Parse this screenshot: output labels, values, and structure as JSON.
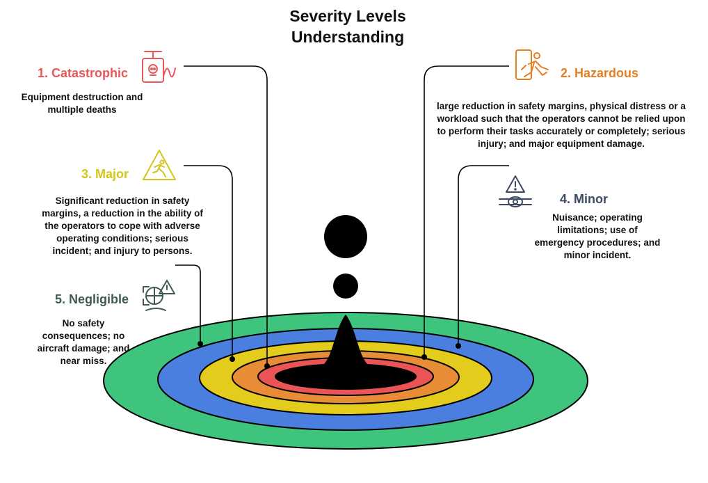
{
  "title": {
    "line1": "Severity Levels",
    "line2": "Understanding"
  },
  "colors": {
    "catastrophic": "#e8575a",
    "hazardous": "#e67e22",
    "major": "#d4c41c",
    "minor": "#3d4a63",
    "negligible": "#3e5a52",
    "ring_red": "#ea5455",
    "ring_orange": "#e88d35",
    "ring_yellow": "#e3cc1c",
    "ring_blue": "#4a7fe0",
    "ring_green": "#3ec47c"
  },
  "levels": [
    {
      "id": "catastrophic",
      "label": "1. Catastrophic",
      "icon": "skull-detonator-icon",
      "description": "Equipment destruction and multiple deaths"
    },
    {
      "id": "hazardous",
      "label": "2. Hazardous",
      "icon": "person-falling-icon",
      "description": "large reduction in safety margins, physical distress or a workload such that the operators cannot be relied upon to perform their tasks accurately or completely; serious injury; and major equipment damage."
    },
    {
      "id": "major",
      "label": "3. Major",
      "icon": "warning-slip-icon",
      "description": "Significant reduction in safety margins, a reduction in the ability of the operators to cope with adverse operating conditions; serious incident; and injury to persons."
    },
    {
      "id": "minor",
      "label": "4. Minor",
      "icon": "alert-valve-icon",
      "description": "Nuisance; operating limitations; use of emergency procedures; and minor incident."
    },
    {
      "id": "negligible",
      "label": "5. Negligible",
      "icon": "radar-alert-icon",
      "description": "No safety consequences; no aircraft damage; and near miss."
    }
  ]
}
